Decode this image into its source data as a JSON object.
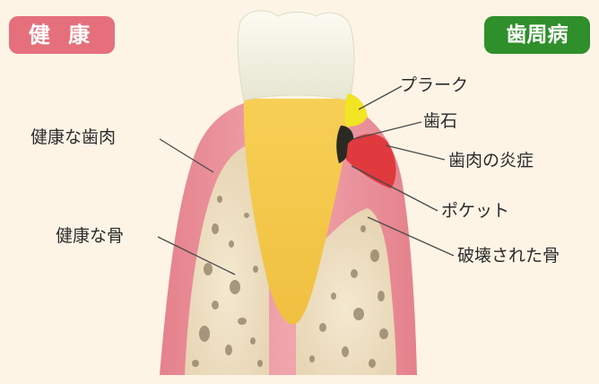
{
  "badges": {
    "healthy": "健 康",
    "periodontal_disease": "歯周病"
  },
  "labels": {
    "healthy_gum": "健康な歯肉",
    "healthy_bone": "健康な骨",
    "plaque": "プラーク",
    "tartar": "歯石",
    "gum_inflammation": "歯肉の炎症",
    "pocket": "ポケット",
    "destroyed_bone": "破壊された骨"
  },
  "colors": {
    "background": "#fdf4e6",
    "healthy_badge": "#e66f7c",
    "disease_badge": "#2f8f2a",
    "gum": "#e98b93",
    "bone": "#efe1c6",
    "root": "#f3c64c",
    "crown": "#f7f7ea",
    "plaque": "#f2e524",
    "tartar": "#2a2a22",
    "inflamed_gum": "#e03a3e"
  }
}
